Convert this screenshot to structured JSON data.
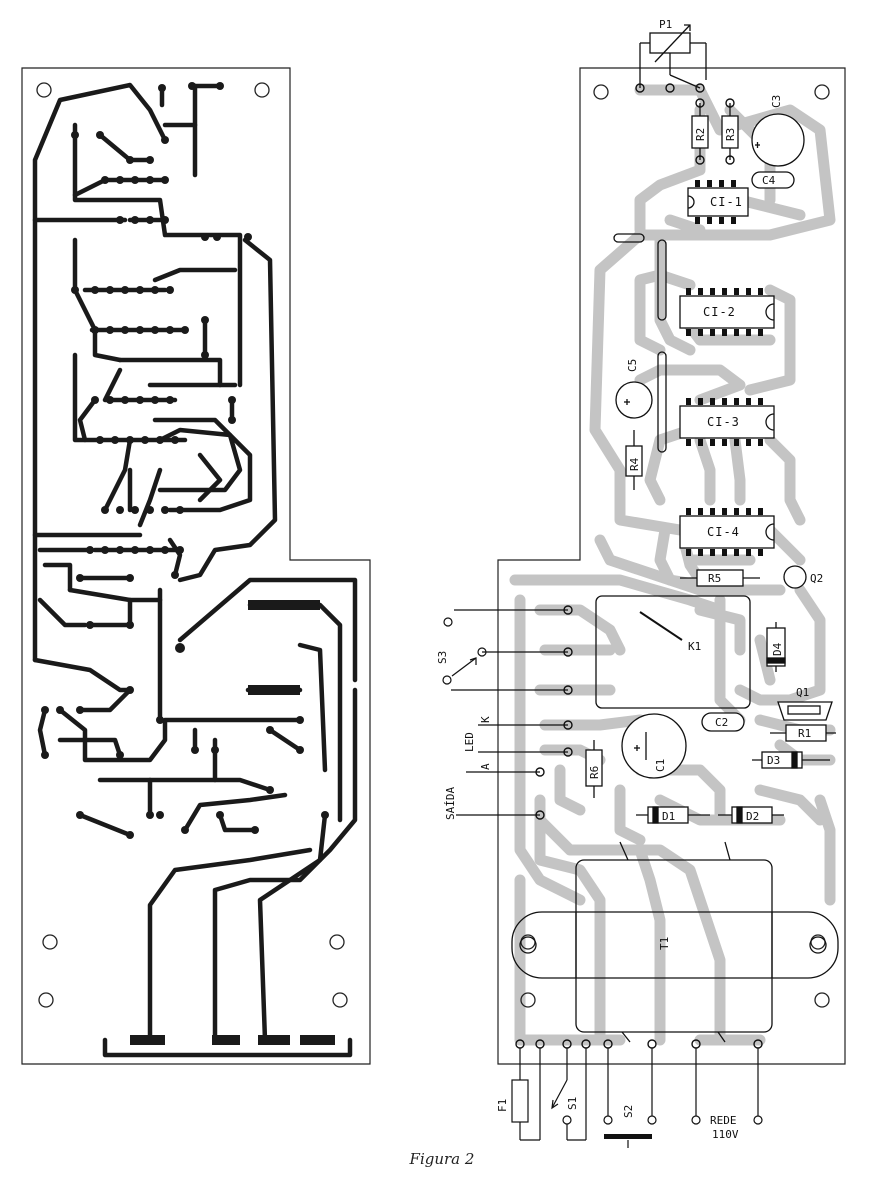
{
  "caption": "Figura 2",
  "colors": {
    "copper": "#1a1a1a",
    "silk": "#c4c4c4",
    "outline": "#222222",
    "background": "#ffffff"
  },
  "components": {
    "P1": "P1",
    "R2": "R2",
    "R3": "R3",
    "C3": "C3",
    "C4": "C4",
    "CI1": "CI-1",
    "CI2": "CI-2",
    "CI3": "CI-3",
    "CI4": "CI-4",
    "C5": "C5",
    "R4": "R4",
    "R5": "R5",
    "Q2": "Q2",
    "K1": "K1",
    "D4": "D4",
    "Q1": "Q1",
    "C2": "C2",
    "R1": "R1",
    "D3": "D3",
    "C1": "C1",
    "R6": "R6",
    "D1": "D1",
    "D2": "D2",
    "T1": "T1"
  },
  "external": {
    "S3": "S3",
    "LED": "LED",
    "K": "K",
    "A": "A",
    "SAIDA": "SAÍDA",
    "F1": "F1",
    "S1": "S1",
    "S2": "S2",
    "REDE": "REDE",
    "V110": "110V"
  }
}
